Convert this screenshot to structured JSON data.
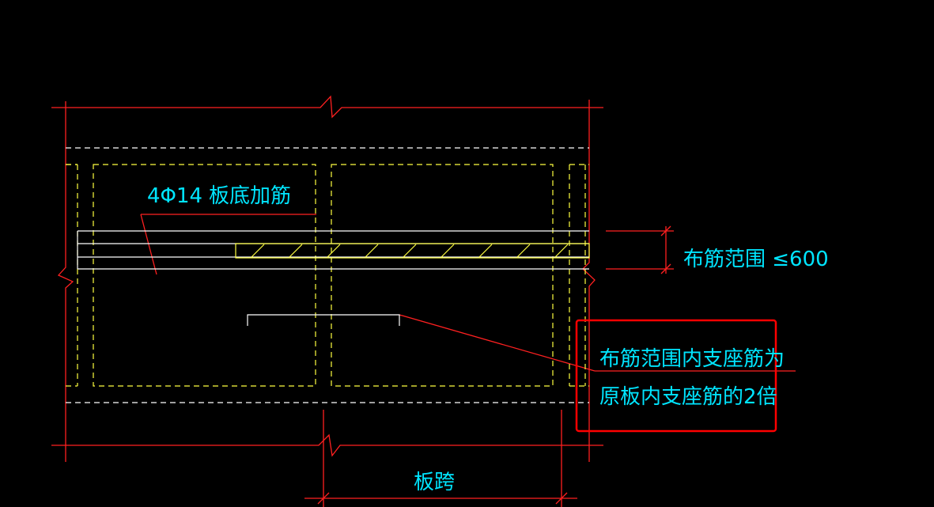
{
  "colors": {
    "background": "#000000",
    "red": "#ff2020",
    "yellow": "#ffff40",
    "white": "#ffffff",
    "cyan": "#00e5ff",
    "highlight_box": "#ff0000"
  },
  "labels": {
    "bar_spec": "4Φ14",
    "bar_desc": "板底加筋",
    "range": "布筋范围 ≤600",
    "note_line1": "布筋范围内支座筋为",
    "note_line2": "原板内支座筋的2倍",
    "span": "板跨"
  }
}
